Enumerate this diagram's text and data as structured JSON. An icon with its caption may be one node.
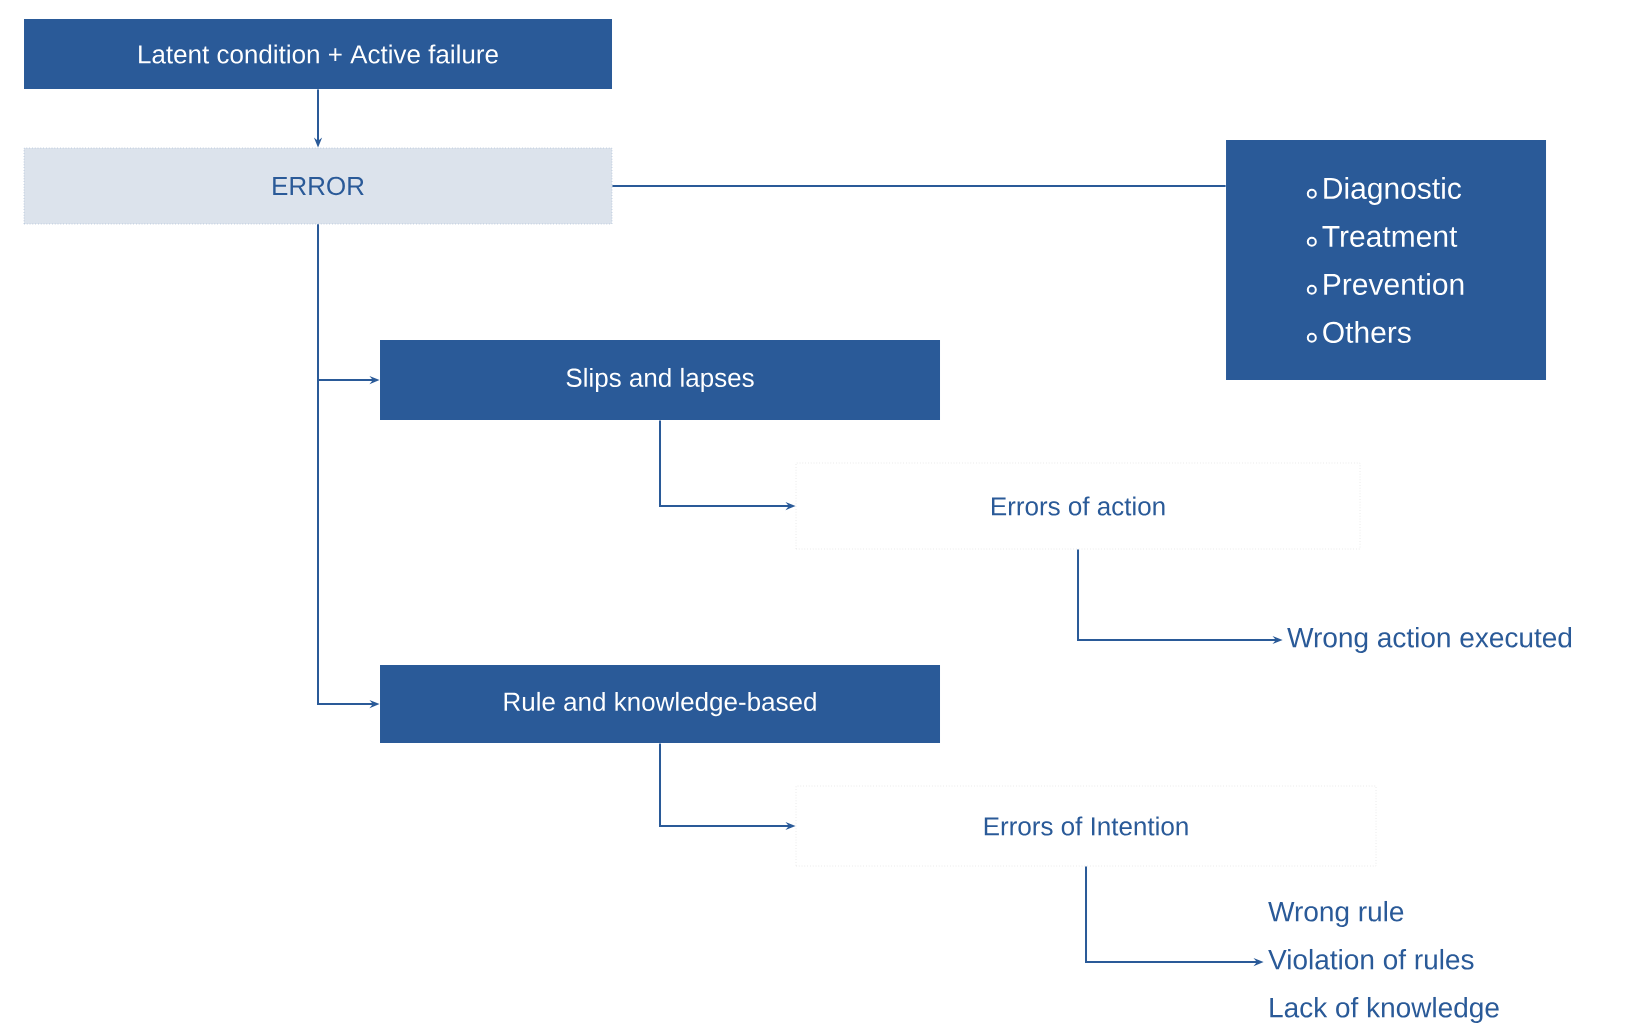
{
  "diagram": {
    "nodes": [
      {
        "text": [
          "Latent condition + Active failure"
        ]
      },
      {
        "text": [
          "ERROR"
        ]
      },
      {
        "text": [
          "Diagnostic",
          "Treatment",
          "Prevention",
          "Others"
        ]
      },
      {
        "text": [
          "Slips and lapses"
        ]
      },
      {
        "text": [
          "Errors of action"
        ]
      },
      {
        "text": [
          "Wrong action executed"
        ]
      },
      {
        "text": [
          "Rule and knowledge-based"
        ]
      },
      {
        "text": [
          "Errors of Intention"
        ]
      },
      {
        "text": [
          "Wrong rule",
          "Violation of rules",
          "Lack of knowledge"
        ]
      }
    ],
    "edges": [
      {
        "from": 0,
        "to": 1,
        "arrow": "to"
      },
      {
        "from": 1,
        "to": 2,
        "arrow": "none"
      },
      {
        "from": 1,
        "to": 3,
        "arrow": "to"
      },
      {
        "from": 1,
        "to": 6,
        "arrow": "to"
      },
      {
        "from": 3,
        "to": 4,
        "arrow": "to"
      },
      {
        "from": 4,
        "to": 5,
        "arrow": "to"
      },
      {
        "from": 6,
        "to": 7,
        "arrow": "to"
      },
      {
        "from": 7,
        "to": 8,
        "arrow": "to"
      }
    ]
  }
}
